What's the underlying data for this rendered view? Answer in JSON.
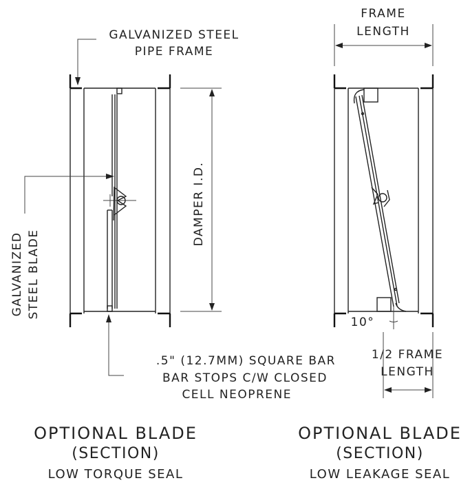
{
  "left": {
    "frame_label_1": "GALVANIZED STEEL",
    "frame_label_2": "PIPE FRAME",
    "blade_label_1": "GALVANIZED",
    "blade_label_2": "STEEL BLADE",
    "dimension_label": "DAMPER I.D.",
    "bar_label_1": ".5\" (12.7MM) SQUARE BAR",
    "bar_label_2": "BAR STOPS C/W CLOSED",
    "bar_label_3": "CELL NEOPRENE",
    "caption_1": "OPTIONAL BLADE",
    "caption_2": "(SECTION)",
    "caption_3": "LOW TORQUE SEAL"
  },
  "right": {
    "frame_length_1": "FRAME",
    "frame_length_2": "LENGTH",
    "angle_label": "10°",
    "half_frame_1": "1/2 FRAME",
    "half_frame_2": "LENGTH",
    "caption_1": "OPTIONAL BLADE",
    "caption_2": "(SECTION)",
    "caption_3": "LOW LEAKAGE SEAL"
  }
}
